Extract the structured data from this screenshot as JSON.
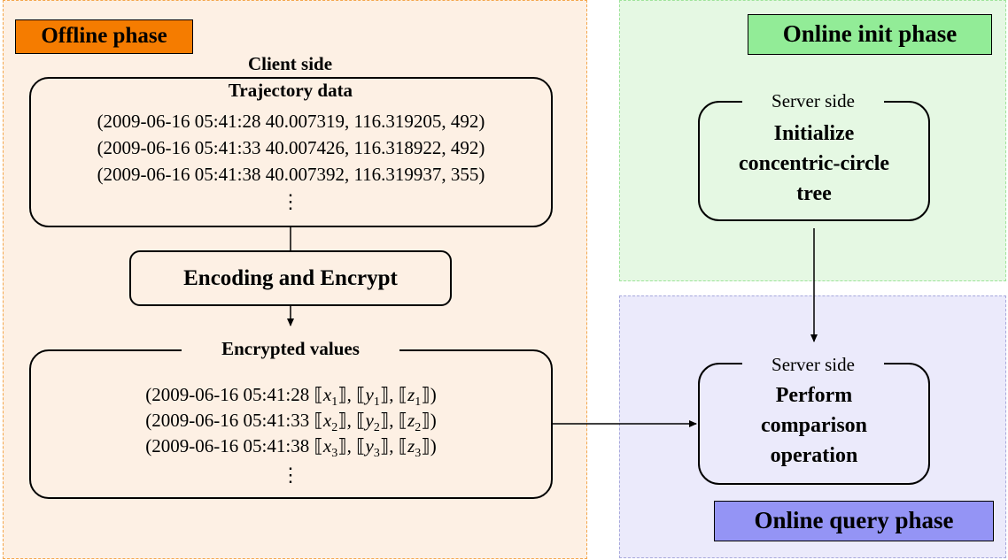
{
  "phases": {
    "offline": "Offline phase",
    "online_init": "Online init phase",
    "online_query": "Online query phase"
  },
  "client": {
    "side_label": "Client side",
    "trajectory_title": "Trajectory data",
    "trajectory_rows": [
      "(2009-06-16 05:41:28 40.007319, 116.319205, 492)",
      "(2009-06-16 05:41:33 40.007426, 116.318922, 492)",
      "(2009-06-16 05:41:38 40.007392, 116.319937, 355)"
    ],
    "ellipsis": "⋮",
    "encode_step": "Encoding and Encrypt",
    "encrypted_title": "Encrypted values",
    "encrypted_rows": [
      {
        "time": "(2009-06-16 05:41:28",
        "index": "1"
      },
      {
        "time": "(2009-06-16 05:41:33",
        "index": "2"
      },
      {
        "time": "(2009-06-16 05:41:38",
        "index": "3"
      }
    ]
  },
  "server_init": {
    "side_label": "Server side",
    "title_lines": [
      "Initialize",
      "concentric-circle",
      "tree"
    ]
  },
  "server_query": {
    "side_label": "Server side",
    "title_lines": [
      "Perform",
      "comparison",
      "operation"
    ]
  },
  "colors": {
    "offline_bg": "#fdf0e4",
    "offline_label": "#f57c00",
    "online_init_bg": "#e5f8e3",
    "online_init_label": "#92ec97",
    "online_query_bg": "#ebeafb",
    "online_query_label": "#9494f5"
  }
}
